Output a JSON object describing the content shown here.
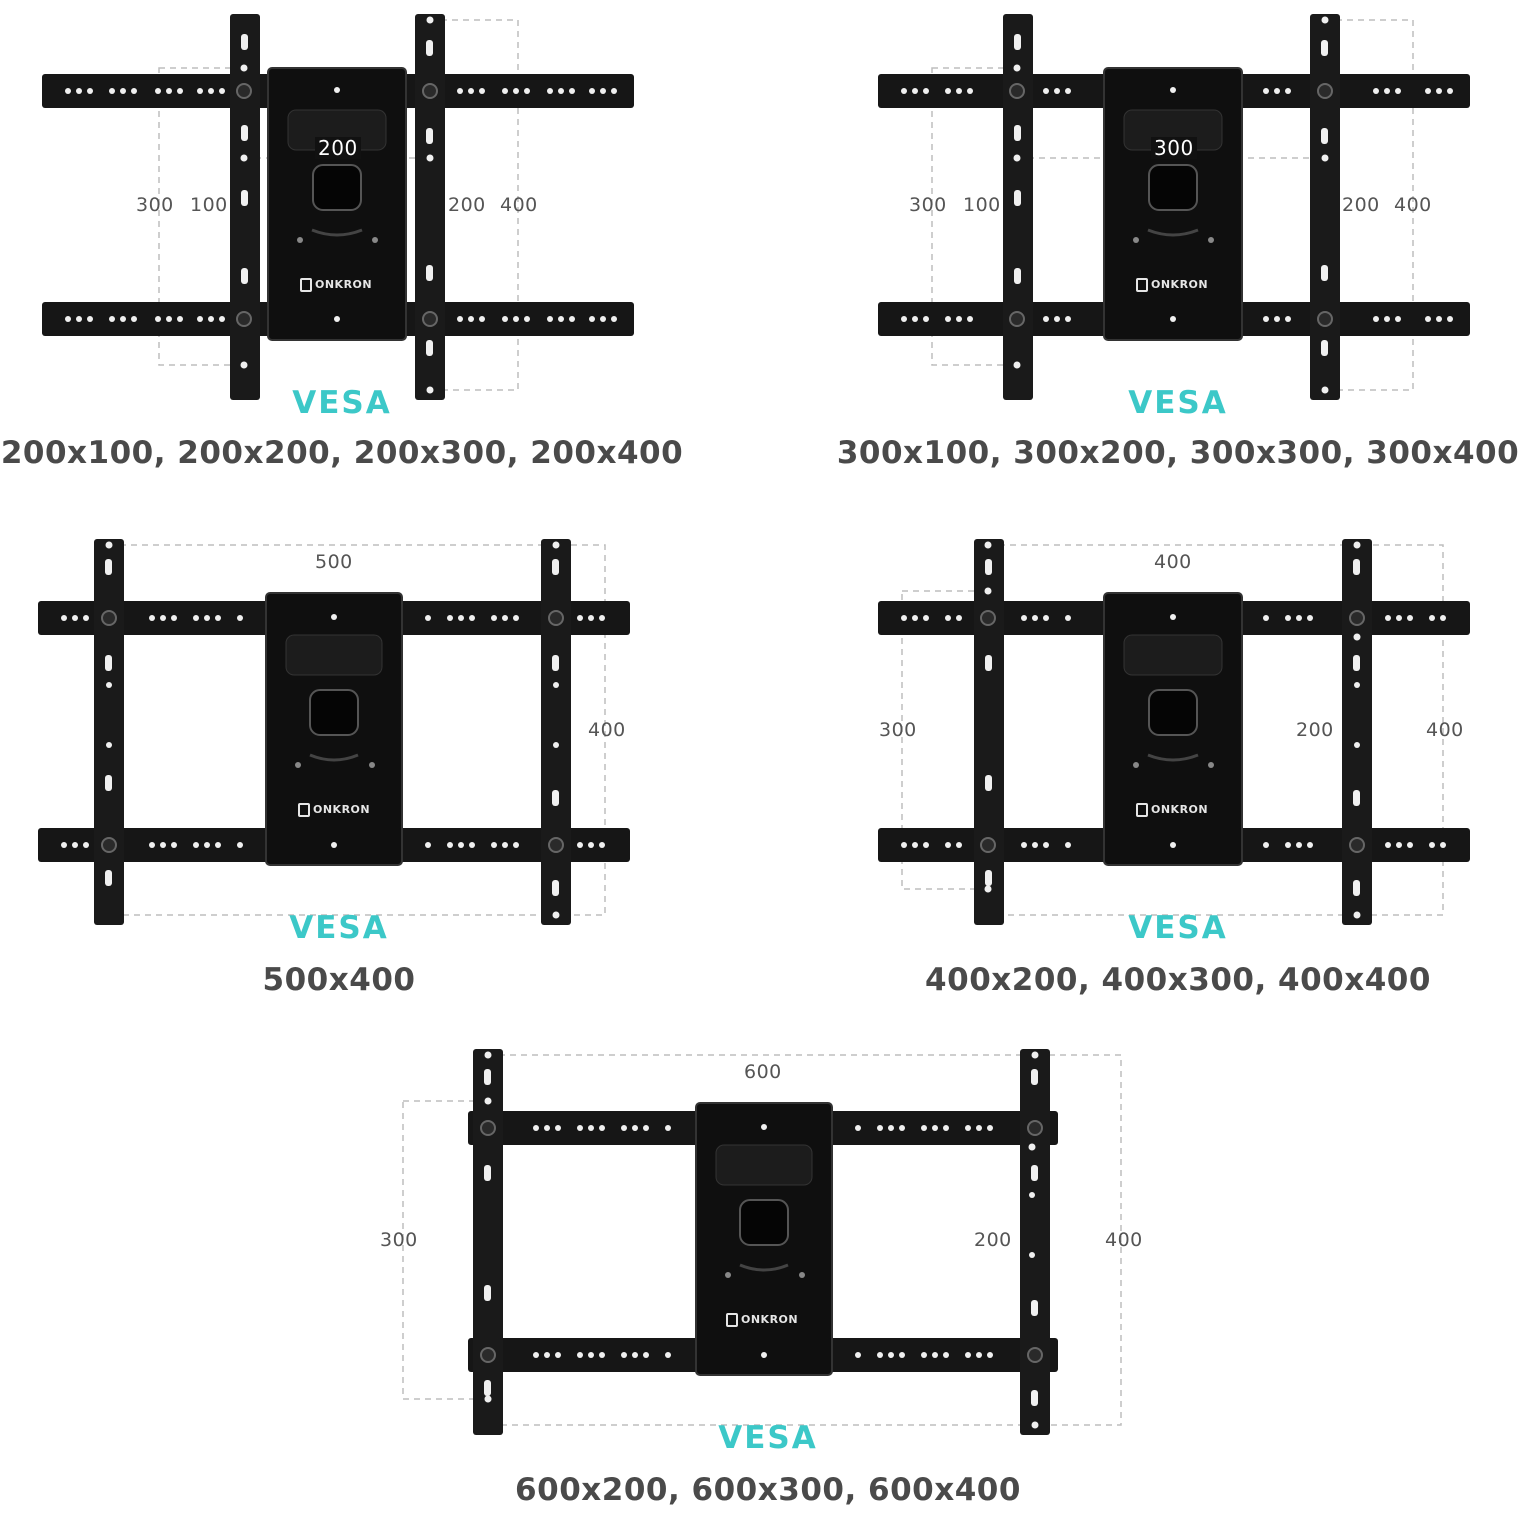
{
  "brand": "ONKRON",
  "accent_color": "#3cc8c8",
  "text_color": "#4a4a4a",
  "panels": [
    {
      "vesa_label": "VESA",
      "sizes": "200x100, 200x200, 200x300, 200x400",
      "dims": {
        "top": "200",
        "left_outer": "300",
        "left_inner": "100",
        "right_inner": "200",
        "right_outer": "400"
      }
    },
    {
      "vesa_label": "VESA",
      "sizes": "300x100, 300x200, 300x300, 300x400",
      "dims": {
        "top": "300",
        "left_outer": "300",
        "left_inner": "100",
        "right_inner": "200",
        "right_outer": "400"
      }
    },
    {
      "vesa_label": "VESA",
      "sizes": "500x400",
      "dims": {
        "top": "500",
        "right_outer": "400"
      }
    },
    {
      "vesa_label": "VESA",
      "sizes": "400x200, 400x300, 400x400",
      "dims": {
        "top": "400",
        "left_outer": "300",
        "right_inner": "200",
        "right_outer": "400"
      }
    },
    {
      "vesa_label": "VESA",
      "sizes": "600x200, 600x300, 600x400",
      "dims": {
        "top": "600",
        "left_outer": "300",
        "right_inner": "200",
        "right_outer": "400"
      }
    }
  ]
}
